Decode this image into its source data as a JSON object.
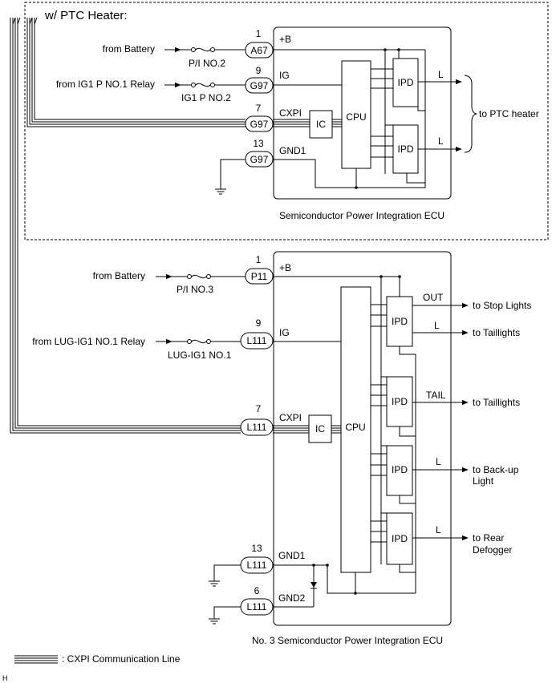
{
  "top_section": {
    "title": "w/ PTC Heater:",
    "ecu_name": "Semiconductor Power Integration ECU",
    "from_battery": "from Battery",
    "fuse1": "P/I NO.2",
    "from_relay": "from IG1 P NO.1 Relay",
    "fuse2": "IG1 P NO.2",
    "pins": [
      {
        "num": "1",
        "conn": "A67",
        "signal": "+B"
      },
      {
        "num": "9",
        "conn": "G97",
        "signal": "IG"
      },
      {
        "num": "7",
        "conn": "G97",
        "signal": "CXPI"
      },
      {
        "num": "13",
        "conn": "G97",
        "signal": "GND1"
      }
    ],
    "ic": "IC",
    "cpu": "CPU",
    "ipd": "IPD",
    "out_label": "L",
    "output": "to PTC heater"
  },
  "bottom_section": {
    "ecu_name": "No. 3 Semiconductor Power Integration ECU",
    "from_battery": "from Battery",
    "fuse1": "P/I NO.3",
    "from_relay": "from LUG-IG1 NO.1 Relay",
    "fuse2": "LUG-IG1 NO.1",
    "pins": [
      {
        "num": "1",
        "conn": "P11",
        "signal": "+B"
      },
      {
        "num": "9",
        "conn": "L111",
        "signal": "IG"
      },
      {
        "num": "7",
        "conn": "L111",
        "signal": "CXPI"
      },
      {
        "num": "13",
        "conn": "L111",
        "signal": "GND1"
      },
      {
        "num": "6",
        "conn": "L111",
        "signal": "GND2"
      }
    ],
    "ic": "IC",
    "cpu": "CPU",
    "ipd": "IPD",
    "outputs": [
      {
        "label": "OUT",
        "target": "to Stop Lights"
      },
      {
        "label": "L",
        "target": "to Taillights"
      },
      {
        "label": "TAIL",
        "target": "to Taillights"
      },
      {
        "label": "L",
        "target": "to Back-up",
        "target2": "Light"
      },
      {
        "label": "L",
        "target": "to Rear",
        "target2": "Defogger"
      }
    ]
  },
  "legend": {
    "text": ": CXPI Communication Line"
  },
  "footer": {
    "code": "H"
  }
}
